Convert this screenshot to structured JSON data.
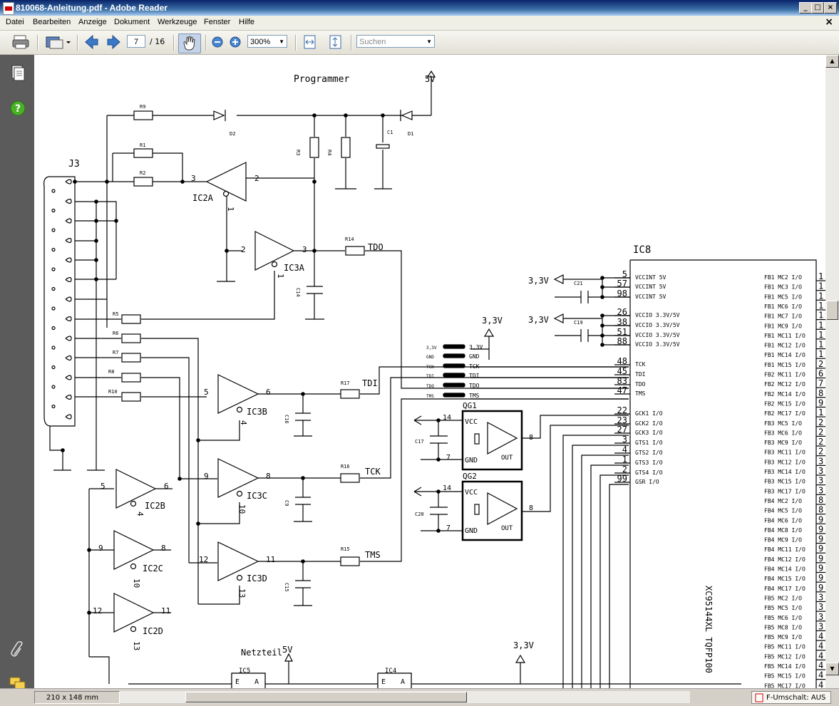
{
  "window": {
    "title": "810068-Anleitung.pdf - Adobe Reader",
    "min": "_",
    "max": "□",
    "close": "×"
  },
  "menu": [
    "Datei",
    "Bearbeiten",
    "Anzeige",
    "Dokument",
    "Werkzeuge",
    "Fenster",
    "Hilfe"
  ],
  "menu_close": "×",
  "toolbar": {
    "page_current": "7",
    "page_total": "/ 16",
    "zoom": "300%",
    "search_placeholder": "Suchen"
  },
  "status": {
    "page_size": "210 x 148 mm",
    "f_umschalt": "F-Umschalt: AUS"
  },
  "schematic": {
    "title_programmer": "Programmer",
    "v5": "5V",
    "v33": "3,3V",
    "netzteil": "Netzteil",
    "j3": "J3",
    "ic8": "IC8",
    "chip_vertical": "XC95144XL TQFP100",
    "ic_labels": [
      "IC2A",
      "IC3A",
      "IC3B",
      "IC3C",
      "IC3D",
      "IC2B",
      "IC2C",
      "IC2D",
      "IC5",
      "IC4",
      "QG1",
      "QG2"
    ],
    "resistors": [
      "R9",
      "R1",
      "R2",
      "R3",
      "R4",
      "R14",
      "R5",
      "R6",
      "R7",
      "R8",
      "R10",
      "R17",
      "R16",
      "R15"
    ],
    "caps": [
      "C1",
      "C21",
      "C19",
      "C14",
      "C16",
      "C17",
      "C9",
      "C20",
      "C15"
    ],
    "diodes": [
      "D2",
      "D1"
    ],
    "signals": [
      "TDO",
      "TDI",
      "TCK",
      "TMS"
    ],
    "connector_left": [
      "3,3V",
      "GND",
      "TCK",
      "TDI",
      "TDO",
      "TMS"
    ],
    "connector_right": [
      "3,3V",
      "GND",
      "TCK",
      "TDI",
      "TDO",
      "TMS"
    ],
    "ic8_pins": [
      {
        "num": "5",
        "name": "VCCINT 5V"
      },
      {
        "num": "57",
        "name": "VCCINT 5V"
      },
      {
        "num": "98",
        "name": "VCCINT 5V"
      },
      {
        "num": "26",
        "name": "VCCIO 3.3V/5V"
      },
      {
        "num": "38",
        "name": "VCCIO 3.3V/5V"
      },
      {
        "num": "51",
        "name": "VCCIO 3.3V/5V"
      },
      {
        "num": "88",
        "name": "VCCIO 3.3V/5V"
      },
      {
        "num": "48",
        "name": "TCK"
      },
      {
        "num": "45",
        "name": "TDI"
      },
      {
        "num": "83",
        "name": "TDO"
      },
      {
        "num": "47",
        "name": "TMS"
      },
      {
        "num": "22",
        "name": "GCK1 I/O"
      },
      {
        "num": "23",
        "name": "GCK2 I/O"
      },
      {
        "num": "27",
        "name": "GCK3 I/O"
      },
      {
        "num": "3",
        "name": "GTS1 I/O"
      },
      {
        "num": "4",
        "name": "GTS2 I/O"
      },
      {
        "num": "1",
        "name": "GTS3 I/O"
      },
      {
        "num": "2",
        "name": "GTS4 I/O"
      },
      {
        "num": "99",
        "name": "GSR  I/O"
      }
    ],
    "ic8_right": [
      [
        "FB1 MC2 I/O",
        "1"
      ],
      [
        "FB1 MC3 I/O",
        "1"
      ],
      [
        "FB1 MC5 I/O",
        "1"
      ],
      [
        "FB1 MC6 I/O",
        "1"
      ],
      [
        "FB1 MC7 I/O",
        "1"
      ],
      [
        "FB1 MC9 I/O",
        "1"
      ],
      [
        "FB1 MC11 I/O",
        "1"
      ],
      [
        "FB1 MC12 I/O",
        "1"
      ],
      [
        "FB1 MC14 I/O",
        "1"
      ],
      [
        "FB1 MC15 I/O",
        "2"
      ],
      [
        "FB2 MC11 I/O",
        "6"
      ],
      [
        "FB2 MC12 I/O",
        "7"
      ],
      [
        "FB2 MC14 I/O",
        "8"
      ],
      [
        "FB2 MC15 I/O",
        "9"
      ],
      [
        "FB2 MC17 I/O",
        "1"
      ],
      [
        "FB3 MC5 I/O",
        "2"
      ],
      [
        "FB3 MC6 I/O",
        "2"
      ],
      [
        "FB3 MC9 I/O",
        "2"
      ],
      [
        "FB3 MC11 I/O",
        "2"
      ],
      [
        "FB3 MC12 I/O",
        "3"
      ],
      [
        "FB3 MC14 I/O",
        "3"
      ],
      [
        "FB3 MC15 I/O",
        "3"
      ],
      [
        "FB3 MC17 I/O",
        "3"
      ],
      [
        "FB4 MC2 I/O",
        "8"
      ],
      [
        "FB4 MC5 I/O",
        "8"
      ],
      [
        "FB4 MC6 I/O",
        "9"
      ],
      [
        "FB4 MC8 I/O",
        "9"
      ],
      [
        "FB4 MC9 I/O",
        "9"
      ],
      [
        "FB4 MC11 I/O",
        "9"
      ],
      [
        "FB4 MC12 I/O",
        "9"
      ],
      [
        "FB4 MC14 I/O",
        "9"
      ],
      [
        "FB4 MC15 I/O",
        "9"
      ],
      [
        "FB4 MC17 I/O",
        "9"
      ],
      [
        "FB5 MC2 I/O",
        "3"
      ],
      [
        "FB5 MC5 I/O",
        "3"
      ],
      [
        "FB5 MC6 I/O",
        "3"
      ],
      [
        "FB5 MC8 I/O",
        "3"
      ],
      [
        "FB5 MC9 I/O",
        "4"
      ],
      [
        "FB5 MC11 I/O",
        "4"
      ],
      [
        "FB5 MC12 I/O",
        "4"
      ],
      [
        "FB5 MC14 I/O",
        "4"
      ],
      [
        "FB5 MC15 I/O",
        "4"
      ],
      [
        "FB5 MC17 I/O",
        "4"
      ]
    ],
    "gate_pins": [
      "3",
      "2",
      "1",
      "2",
      "3",
      "1",
      "5",
      "6",
      "4",
      "9",
      "8",
      "10",
      "12",
      "11",
      "13",
      "5",
      "6",
      "4",
      "9",
      "8",
      "10",
      "12",
      "11",
      "13"
    ],
    "osc": [
      "VCC",
      "GND",
      "OUT",
      "14",
      "7",
      "8"
    ],
    "ic_reg": [
      "E",
      "A"
    ]
  }
}
